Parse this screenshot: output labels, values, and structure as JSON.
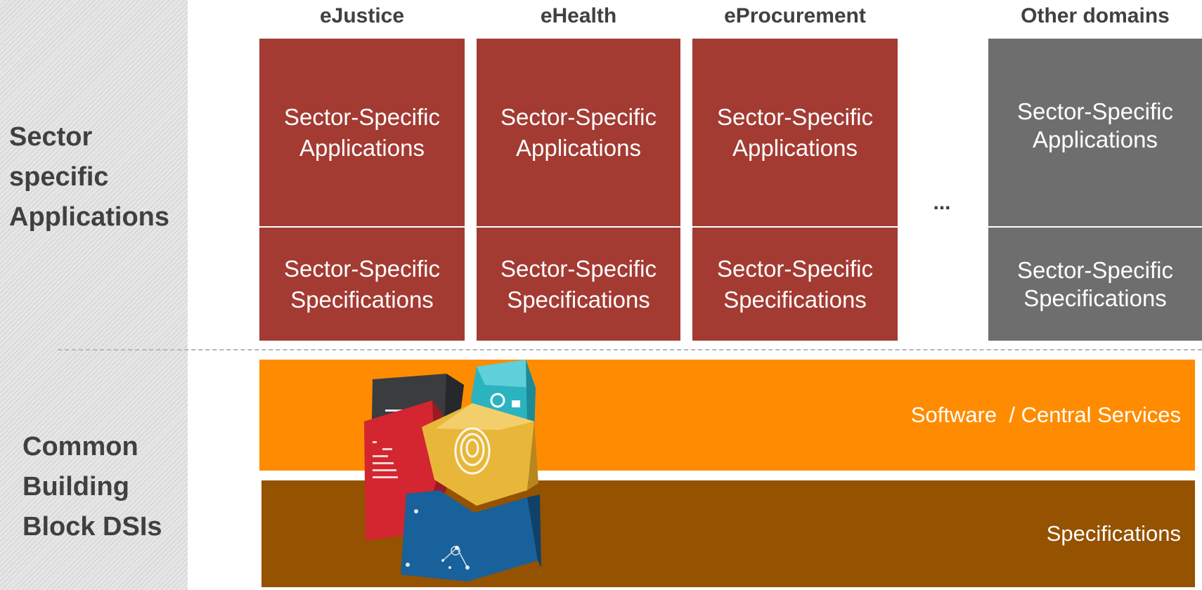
{
  "side_labels": {
    "sector": [
      "Sector",
      "specific",
      "Applications"
    ],
    "common": [
      "Common",
      "Building",
      "Block DSIs"
    ]
  },
  "columns": [
    {
      "heading": "eJustice",
      "top_cell": "Sector-Specific Applications",
      "bottom_cell": "Sector-Specific Specifications"
    },
    {
      "heading": "eHealth",
      "top_cell": "Sector-Specific Applications",
      "bottom_cell": "Sector-Specific Specifications"
    },
    {
      "heading": "eProcurement",
      "top_cell": "Sector-Specific Applications",
      "bottom_cell": "Sector-Specific Specifications"
    },
    {
      "heading": "Other domains",
      "top_cell": "Sector-Specific Applications",
      "bottom_cell": "Sector-Specific Specifications"
    }
  ],
  "ellipsis": "...",
  "bands": {
    "software": "Software  / Central Services",
    "specifications": "Specifications"
  },
  "cube_icon": "security-cube-icon",
  "colors": {
    "sector_cell": "#a33b33",
    "other_cell": "#6e6e6e",
    "software_band": "#ff8c00",
    "specifications_band": "#955200"
  }
}
